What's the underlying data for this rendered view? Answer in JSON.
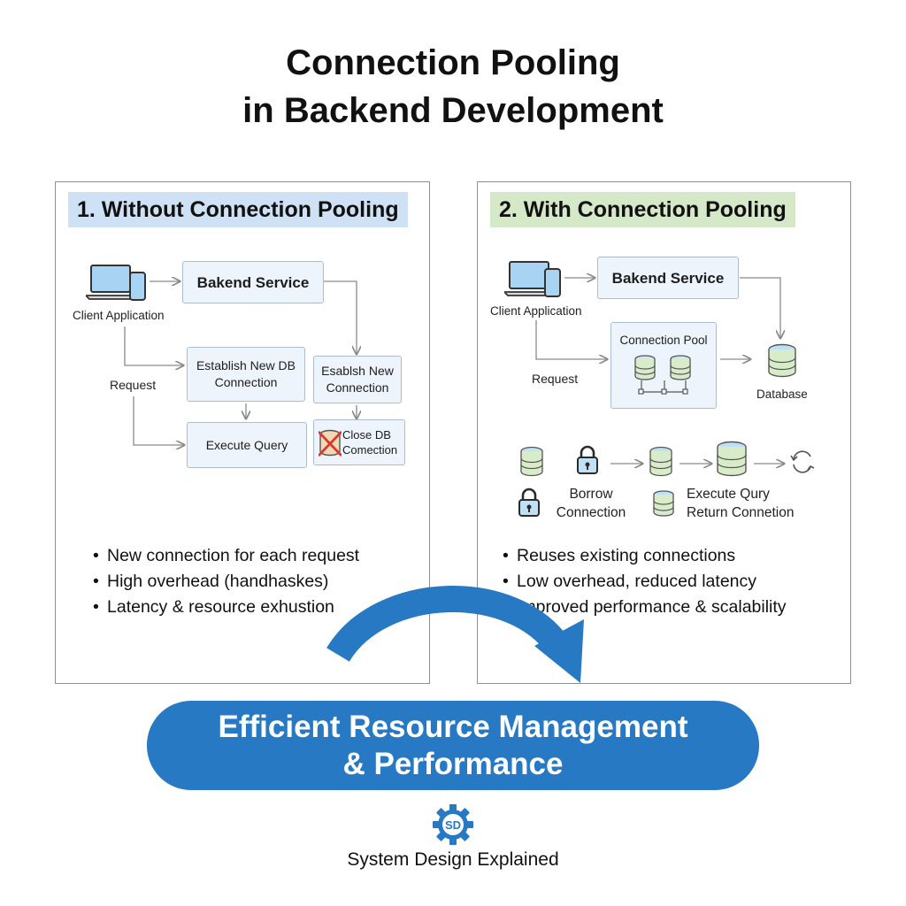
{
  "title": {
    "line1": "Connection Pooling",
    "line2": "in Backend Development"
  },
  "left": {
    "heading": "1. Without Connection Pooling",
    "client_label": "Client Application",
    "backend": "Bakend Service",
    "request_label": "Request",
    "establish_a": "Establish New DB Connection",
    "establish_b": "Esablsh New Connection",
    "execute": "Execute Query",
    "close": "Close DB Comection",
    "bullets": [
      "New connection for each request",
      "High overhead (handhaskes)",
      "Latency & resource exhustion"
    ]
  },
  "right": {
    "heading": "2. With Connection Pooling",
    "client_label": "Client Application",
    "backend": "Bakend Service",
    "request_label": "Request",
    "pool_label": "Connection Pool",
    "database_label": "Database",
    "borrow_label": "Borrow Connection",
    "execute_return_label": "Execute Qury Return Connetion",
    "bullets": [
      "Reuses existing connections",
      "Low overhead, reduced latency",
      "Improved performance & scalability"
    ]
  },
  "banner": {
    "line1": "Efficient Resource Management",
    "line2": "& Performance"
  },
  "footer": {
    "text": "System Design Explained",
    "logo_text": "SD"
  },
  "colors": {
    "accent": "#2879c4",
    "left_header": "#cfe2f5",
    "right_header": "#d5e8c7",
    "box_fill": "#eef4fb"
  },
  "icons": [
    "laptop-icon",
    "phone-icon",
    "database-icon",
    "lock-icon",
    "refresh-icon",
    "gear-icon",
    "cross-icon",
    "curved-arrow-icon"
  ]
}
